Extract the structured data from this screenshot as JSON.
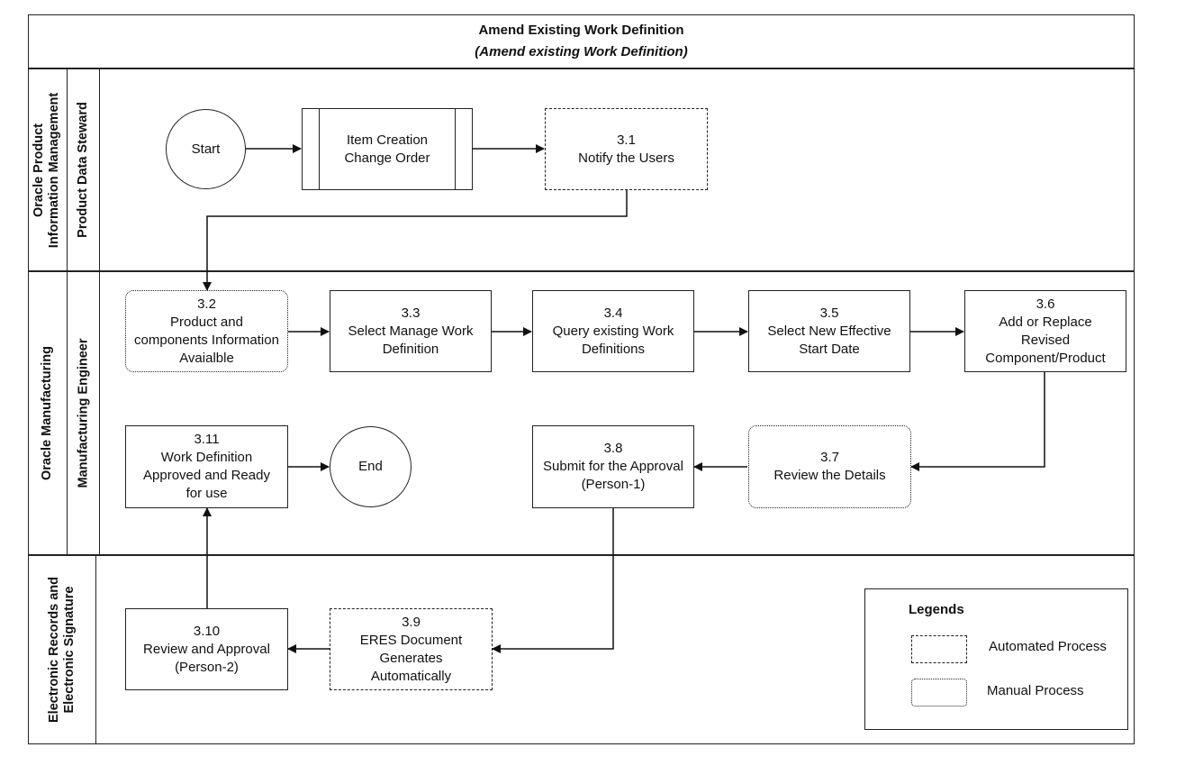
{
  "title": "Amend Existing Work Definition",
  "subtitle": "(Amend existing Work Definition)",
  "lanes": {
    "pim_org": "Oracle Product\nInformation Management",
    "pim_role": "Product Data Steward",
    "mfg_org": "Oracle Manufacturing",
    "mfg_role": "Manufacturing Engineer",
    "eres_org": "Electronic Records and\nElectronic Signature"
  },
  "nodes": {
    "start": "Start",
    "item_creation": "Item Creation\nChange Order",
    "n3_1": "3.1\nNotify the Users",
    "n3_2": "3.2\nProduct and\ncomponents Information\nAvaialble",
    "n3_3": "3.3\nSelect Manage Work\nDefinition",
    "n3_4": "3.4\nQuery existing Work\nDefinitions",
    "n3_5": "3.5\nSelect New Effective\nStart Date",
    "n3_6": "3.6\nAdd or Replace\nRevised\nComponent/Product",
    "n3_7": "3.7\nReview the Details",
    "n3_8": "3.8\nSubmit for the Approval\n(Person-1)",
    "n3_9": "3.9\nERES Document\nGenerates\nAutomatically",
    "n3_10": "3.10\nReview and Approval\n(Person-2)",
    "n3_11": "3.11\nWork Definition\nApproved and Ready\nfor use",
    "end": "End"
  },
  "legend": {
    "title": "Legends",
    "automated": "Automated Process",
    "manual": "Manual Process"
  }
}
